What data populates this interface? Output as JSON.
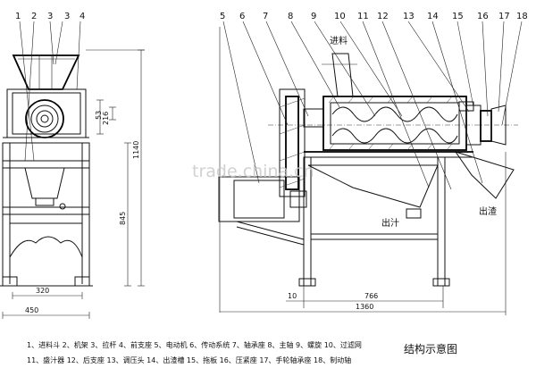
{
  "front_view": {
    "part_numbers": [
      "1",
      "2",
      "3",
      "4"
    ],
    "dims": {
      "d216": "216",
      "d53": "53",
      "d1140": "1140",
      "d845": "845",
      "d320": "320",
      "d450": "450"
    }
  },
  "side_view": {
    "part_numbers": [
      "5",
      "6",
      "7",
      "8",
      "9",
      "10",
      "11",
      "12",
      "13",
      "14",
      "15",
      "16",
      "17",
      "18"
    ],
    "labels": {
      "inlet": "进料",
      "juice_outlet": "出汁",
      "residue_outlet": "出渣"
    },
    "dims": {
      "d10": "10",
      "d766": "766",
      "d1360": "1360"
    }
  },
  "watermark": "trade.china.cn",
  "legend": {
    "line1": "1、进料斗 2、机架 3、拉杆 4、前支座 5、电动机 6、传动系统 7、轴承座 8、主轴 9、螺旋 10、过滤网",
    "line2": "11、盛汁器 12、后支座 13、调压头 14、出渣槽 15、拖板 16、压紧座 17、手轮轴承座 18、制动轴"
  },
  "caption": "结构示意图"
}
